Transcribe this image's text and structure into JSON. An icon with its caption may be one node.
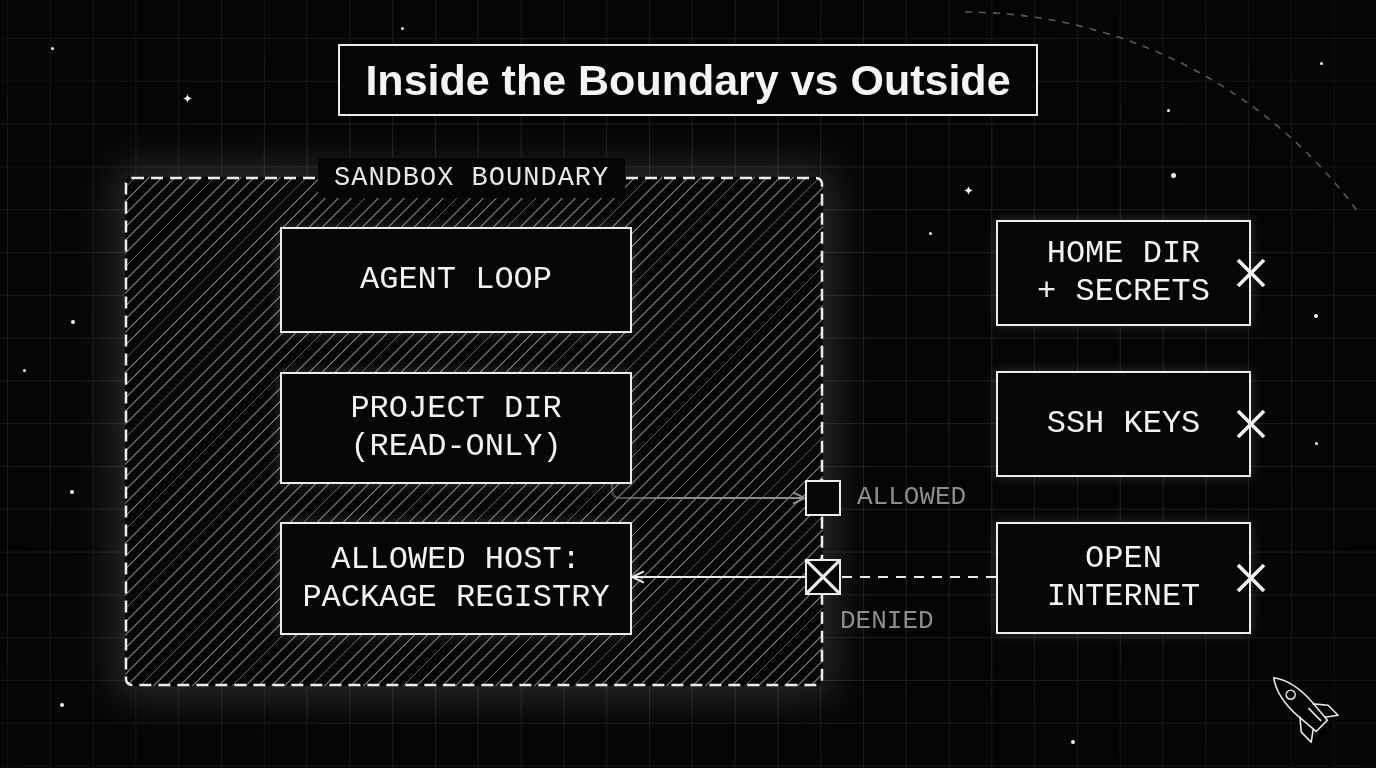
{
  "diagram": {
    "title": "Inside the Boundary vs Outside",
    "nodes": [
      {
        "text": [
          "SANDBOX BOUNDARY"
        ]
      },
      {
        "text": [
          "AGENT LOOP"
        ],
        "in": 0
      },
      {
        "text": [
          "PROJECT DIR (READ-ONLY)"
        ],
        "in": 0
      },
      {
        "text": [
          "ALLOWED HOST: PACKAGE REGISTRY"
        ],
        "in": 0
      },
      {
        "text": [],
        "shape": "box",
        "beside": [
          "ALLOWED"
        ]
      },
      {
        "text": [],
        "shape": "box",
        "beside": [
          "DENIED"
        ]
      },
      {
        "text": [
          "HOME DIR + SECRETS"
        ]
      },
      {
        "text": [
          "SSH KEYS"
        ]
      },
      {
        "text": [
          "OPEN INTERNET"
        ]
      }
    ],
    "edges": [
      {
        "from": 2,
        "to": 4,
        "arrow": "to",
        "color": "#8c8c8c"
      },
      {
        "from": 5,
        "to": 3,
        "arrow": "to"
      },
      {
        "from": 8,
        "to": 5,
        "arrow": "none",
        "style": "dashed"
      }
    ]
  }
}
